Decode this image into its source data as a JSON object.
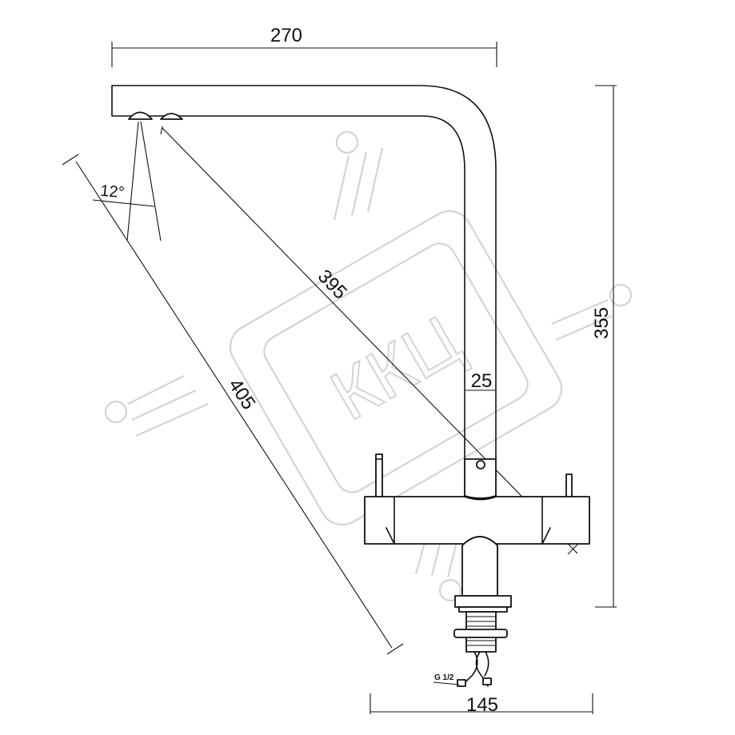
{
  "drawing": {
    "dimensions": {
      "spout_reach": "270",
      "total_height": "355",
      "spout_diagonal": "395",
      "body_diagonal": "405",
      "pipe_diameter": "25",
      "base_width": "145",
      "swivel_angle": "12°"
    },
    "connection_label": "G 1/2",
    "watermark": "ККЦ"
  },
  "colors": {
    "line": "#111111",
    "watermark": "#d4d4d4",
    "background": "#ffffff"
  }
}
